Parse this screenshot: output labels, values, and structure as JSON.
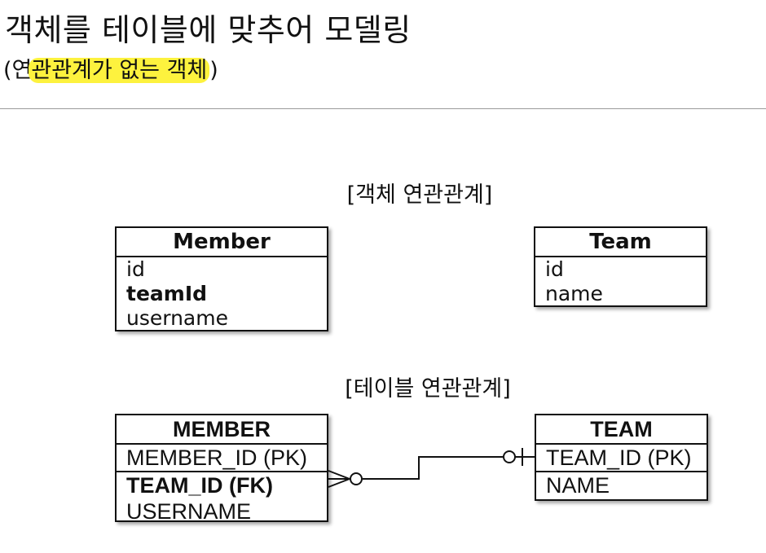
{
  "slide": {
    "title": "객체를 테이블에 맞추어 모델링",
    "subtitle_open": "(연",
    "subtitle_highlight": "관관계가 없는 객체",
    "subtitle_close": ")"
  },
  "object_section": {
    "label": "[객체 연관관계]",
    "member": {
      "name": "Member",
      "fields": [
        "id",
        "teamId",
        "username"
      ]
    },
    "team": {
      "name": "Team",
      "fields": [
        "id",
        "name"
      ]
    }
  },
  "table_section": {
    "label": "[테이블 연관관계]",
    "member": {
      "name": "MEMBER",
      "columns": [
        "MEMBER_ID (PK)",
        "TEAM_ID (FK)",
        "USERNAME"
      ]
    },
    "team": {
      "name": "TEAM",
      "columns": [
        "TEAM_ID (PK)",
        "NAME"
      ]
    },
    "relation": "many-optional-to-one-optional"
  },
  "colors": {
    "highlight": "#fdf23e",
    "line": "#111111",
    "divider": "#9a9a9a"
  }
}
